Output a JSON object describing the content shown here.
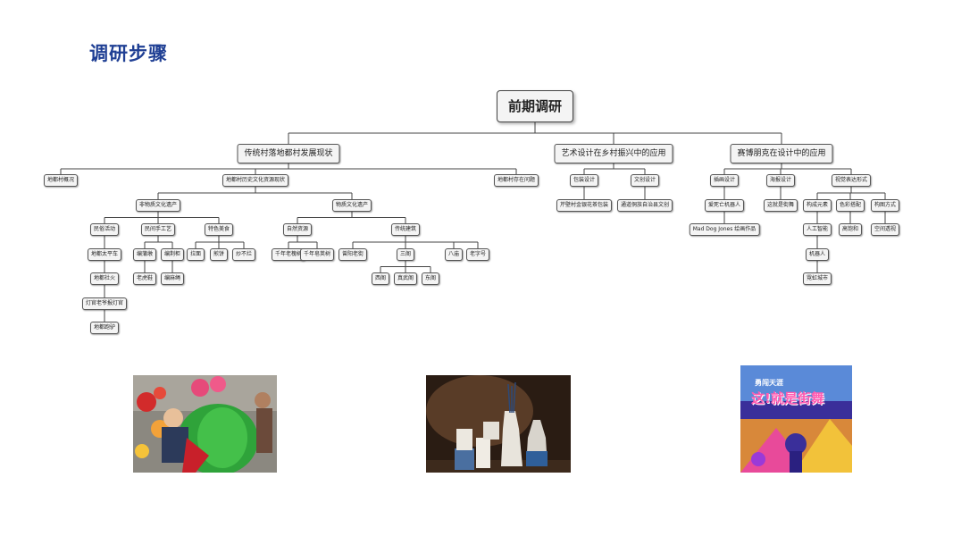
{
  "page": {
    "title": "调研步骤"
  },
  "tree": {
    "id": "root",
    "label": "前期调研",
    "children": [
      {
        "id": "n1",
        "label": "传统村落地都村发展现状",
        "children": [
          {
            "id": "n1a",
            "label": "地都村概况"
          },
          {
            "id": "n1b",
            "label": "地都村历史文化资源现状",
            "children": [
              {
                "id": "n1b1",
                "label": "非物质文化遗产",
                "children": [
                  {
                    "id": "n1b1a",
                    "label": "民俗活动",
                    "children": [
                      {
                        "id": "n1b1a1",
                        "label": "地都太平车",
                        "children": [
                          {
                            "id": "n1b1a1a",
                            "label": "地都社火",
                            "children": [
                              {
                                "id": "n1b1a1a1",
                                "label": "灯官老爷报灯官",
                                "children": [
                                  {
                                    "id": "n1b1a1a1a",
                                    "label": "地都跑驴"
                                  }
                                ]
                              }
                            ]
                          }
                        ]
                      }
                    ]
                  },
                  {
                    "id": "n1b1b",
                    "label": "民间手工艺",
                    "children": [
                      {
                        "id": "n1b1b1",
                        "label": "编蒲墩",
                        "children": [
                          {
                            "id": "n1b1b1a",
                            "label": "老虎鞋"
                          }
                        ]
                      },
                      {
                        "id": "n1b1b2",
                        "label": "编荆柜",
                        "children": [
                          {
                            "id": "n1b1b2a",
                            "label": "编麻绳"
                          }
                        ]
                      }
                    ]
                  },
                  {
                    "id": "n1b1c",
                    "label": "特色美食",
                    "children": [
                      {
                        "id": "n1b1c1",
                        "label": "拉面"
                      },
                      {
                        "id": "n1b1c2",
                        "label": "煎饼"
                      },
                      {
                        "id": "n1b1c3",
                        "label": "炒不烂"
                      }
                    ]
                  }
                ]
              },
              {
                "id": "n1b2",
                "label": "物质文化遗产",
                "children": [
                  {
                    "id": "n1b2a",
                    "label": "自然资源",
                    "children": [
                      {
                        "id": "n1b2a1",
                        "label": "千年老槐树"
                      },
                      {
                        "id": "n1b2a2",
                        "label": "千年皂荚树"
                      }
                    ]
                  },
                  {
                    "id": "n1b2b",
                    "label": "传统建筑",
                    "children": [
                      {
                        "id": "n1b2b1",
                        "label": "曾阳老街"
                      },
                      {
                        "id": "n1b2b2",
                        "label": "三阁",
                        "children": [
                          {
                            "id": "n1b2b2a",
                            "label": "西阁"
                          },
                          {
                            "id": "n1b2b2b",
                            "label": "真武阁"
                          },
                          {
                            "id": "n1b2b2c",
                            "label": "东阁"
                          }
                        ]
                      },
                      {
                        "id": "n1b2b3",
                        "label": "八庙"
                      },
                      {
                        "id": "n1b2b4",
                        "label": "老字号"
                      }
                    ]
                  }
                ]
              }
            ]
          },
          {
            "id": "n1c",
            "label": "地都村存在问题"
          }
        ]
      },
      {
        "id": "n2",
        "label": "艺术设计在乡村振兴中的应用",
        "children": [
          {
            "id": "n2a",
            "label": "包装设计",
            "children": [
              {
                "id": "n2a1",
                "label": "芹壁村金银花茶包装"
              }
            ]
          },
          {
            "id": "n2b",
            "label": "文创设计",
            "children": [
              {
                "id": "n2b1",
                "label": "通道侗族自治县文创"
              }
            ]
          }
        ]
      },
      {
        "id": "n3",
        "label": "赛博朋克在设计中的应用",
        "children": [
          {
            "id": "n3a",
            "label": "插画设计",
            "children": [
              {
                "id": "n3a1",
                "label": "爱死亡机器人",
                "children": [
                  {
                    "id": "n3a1a",
                    "label": "Mad Dog Jones 绘画作品"
                  }
                ]
              }
            ]
          },
          {
            "id": "n3b",
            "label": "海报设计",
            "children": [
              {
                "id": "n3b1",
                "label": "这就是街舞"
              }
            ]
          },
          {
            "id": "n3c",
            "label": "视觉表达形式",
            "children": [
              {
                "id": "n3c1",
                "label": "构成元素",
                "children": [
                  {
                    "id": "n3c1a",
                    "label": "人工智能",
                    "children": [
                      {
                        "id": "n3c1a1",
                        "label": "机器人",
                        "children": [
                          {
                            "id": "n3c1a1a",
                            "label": "霓虹城市"
                          }
                        ]
                      }
                    ]
                  }
                ]
              },
              {
                "id": "n3c2",
                "label": "色彩搭配",
                "children": [
                  {
                    "id": "n3c2a",
                    "label": "高饱和"
                  }
                ]
              },
              {
                "id": "n3c3",
                "label": "构图方式",
                "children": [
                  {
                    "id": "n3c3a",
                    "label": "空间透视"
                  }
                ]
              }
            ]
          }
        ]
      }
    ]
  },
  "photos": [
    {
      "id": "folk-parade",
      "subject": "folk-parade-photo"
    },
    {
      "id": "tea-packaging",
      "subject": "tea-packaging-photo"
    },
    {
      "id": "street-dance-poster",
      "subject": "street-dance-poster",
      "text_main": "这!就是街舞",
      "text_small": "勇闯天涯"
    }
  ]
}
